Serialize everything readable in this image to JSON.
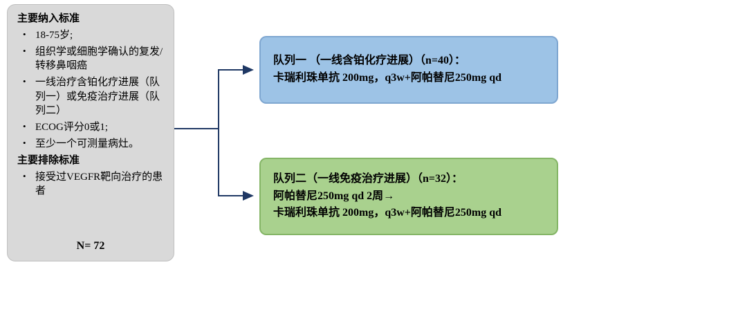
{
  "criteria_box": {
    "inclusion_title": "主要纳入标准",
    "inclusion_items": [
      "18-75岁;",
      "组织学或细胞学确认的复发/转移鼻咽癌",
      "一线治疗含铂化疗进展（队列一）或免疫治疗进展（队列二）",
      "ECOG评分0或1;",
      "至少一个可测量病灶。"
    ],
    "exclusion_title": "主要排除标准",
    "exclusion_items": [
      "接受过VEGFR靶向治疗的患者"
    ],
    "total": "N= 72"
  },
  "cohort1": {
    "line1": "队列一 （一线含铂化疗进展）（n=40）：",
    "line2": "卡瑞利珠单抗 200mg，q3w+阿帕替尼250mg qd"
  },
  "cohort2": {
    "line1": "队列二（一线免疫治疗进展）（n=32）：",
    "line2": "阿帕替尼250mg qd 2周→",
    "line3": "卡瑞利珠单抗 200mg，q3w+阿帕替尼250mg qd"
  },
  "colors": {
    "criteria_fill": "#D9D9D9",
    "cohort1_fill": "#9DC3E6",
    "cohort2_fill": "#A9D18E",
    "arrow": "#1F3864"
  }
}
